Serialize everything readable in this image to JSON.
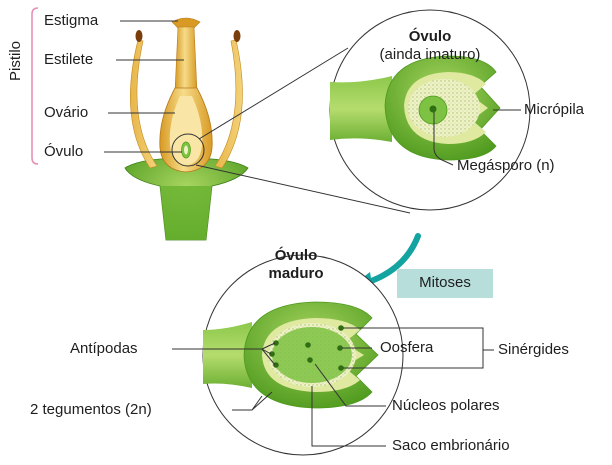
{
  "pistil": {
    "group_label": "Pistilo",
    "labels": {
      "stigma": "Estigma",
      "style": "Estilete",
      "ovary": "Ovário",
      "ovule": "Óvulo"
    }
  },
  "immature_ovule": {
    "title": "Óvulo",
    "subtitle": "(ainda imaturo)",
    "labels": {
      "micropyle": "Micrópila",
      "megaspore": "Megásporo (n)"
    }
  },
  "process": {
    "label": "Mitoses"
  },
  "mature_ovule": {
    "title_line1": "Óvulo",
    "title_line2": "maduro",
    "labels": {
      "antipodals": "Antípodas",
      "integuments": "2 tegumentos (2n)",
      "egg_cell": "Oosfera",
      "synergids": "Sinérgides",
      "polar_nuclei": "Núcleos polares",
      "embryo_sac": "Saco embrionário"
    }
  },
  "colors": {
    "green_dark": "#4e9a1e",
    "green_mid": "#7dc242",
    "green_light": "#b5dc6e",
    "tissue": "#eef3c4",
    "pistil_gold": "#e3ae3a",
    "pistil_light": "#f6dc8a",
    "bracket": "#e493b6",
    "teal_arrow": "#13a3a0",
    "mitoses_box": "#b7dedb"
  }
}
